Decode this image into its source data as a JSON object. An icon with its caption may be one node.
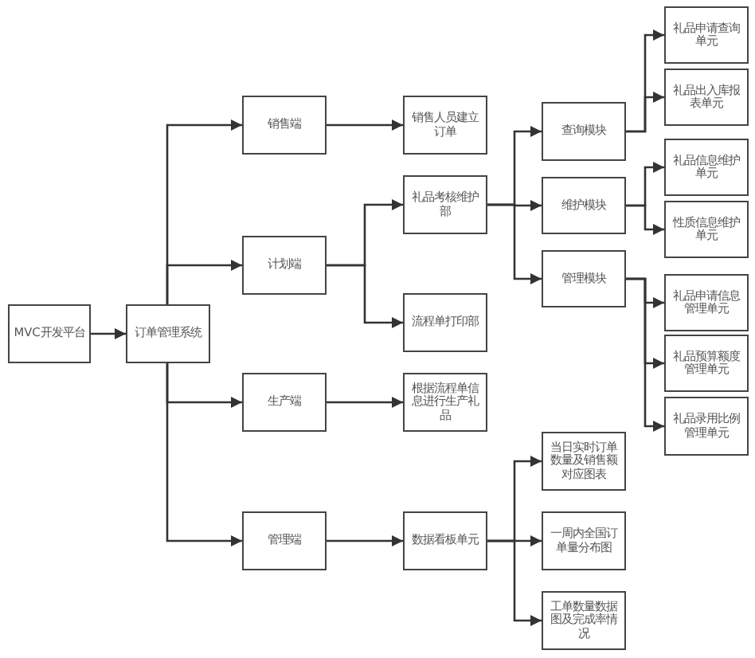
{
  "diagram": {
    "nodes": [
      {
        "text": [
          "MVC开发平台"
        ]
      },
      {
        "text": [
          "订单管理系统"
        ]
      },
      {
        "text": [
          "销售端"
        ]
      },
      {
        "text": [
          "计划端"
        ]
      },
      {
        "text": [
          "生产端"
        ]
      },
      {
        "text": [
          "管理端"
        ]
      },
      {
        "text": [
          "销售人员建立订单"
        ]
      },
      {
        "text": [
          "礼品考核维护部"
        ]
      },
      {
        "text": [
          "流程单打印部"
        ]
      },
      {
        "text": [
          "根据流程单信息进行生产礼品"
        ]
      },
      {
        "text": [
          "数据看板单元"
        ]
      },
      {
        "text": [
          "查询模块"
        ]
      },
      {
        "text": [
          "维护模块"
        ]
      },
      {
        "text": [
          "管理模块"
        ]
      },
      {
        "text": [
          "当日实时订单数量及销售额对应图表"
        ]
      },
      {
        "text": [
          "一周内全国订单量分布图"
        ]
      },
      {
        "text": [
          "工单数量数据图及完成率情况"
        ]
      },
      {
        "text": [
          "礼品申请查询单元"
        ]
      },
      {
        "text": [
          "礼品出入库报表单元"
        ]
      },
      {
        "text": [
          "礼品信息维护单元"
        ]
      },
      {
        "text": [
          "性质信息维护单元"
        ]
      },
      {
        "text": [
          "礼品申请信息管理单元"
        ]
      },
      {
        "text": [
          "礼品预算额度管理单元"
        ]
      },
      {
        "text": [
          "礼品录用比例管理单元"
        ]
      }
    ],
    "edges": [
      {
        "from": 0,
        "to": 1,
        "arrow": "to"
      },
      {
        "from": 1,
        "to": 2,
        "arrow": "to"
      },
      {
        "from": 1,
        "to": 3,
        "arrow": "to"
      },
      {
        "from": 1,
        "to": 4,
        "arrow": "to"
      },
      {
        "from": 1,
        "to": 5,
        "arrow": "to"
      },
      {
        "from": 2,
        "to": 6,
        "arrow": "to"
      },
      {
        "from": 3,
        "to": 7,
        "arrow": "to"
      },
      {
        "from": 3,
        "to": 8,
        "arrow": "to"
      },
      {
        "from": 4,
        "to": 9,
        "arrow": "to"
      },
      {
        "from": 5,
        "to": 10,
        "arrow": "to"
      },
      {
        "from": 7,
        "to": 11,
        "arrow": "to"
      },
      {
        "from": 7,
        "to": 12,
        "arrow": "to"
      },
      {
        "from": 7,
        "to": 13,
        "arrow": "to"
      },
      {
        "from": 10,
        "to": 14,
        "arrow": "to"
      },
      {
        "from": 10,
        "to": 15,
        "arrow": "to"
      },
      {
        "from": 10,
        "to": 16,
        "arrow": "to"
      },
      {
        "from": 11,
        "to": 17,
        "arrow": "to"
      },
      {
        "from": 11,
        "to": 18,
        "arrow": "to"
      },
      {
        "from": 12,
        "to": 19,
        "arrow": "to"
      },
      {
        "from": 12,
        "to": 20,
        "arrow": "to"
      },
      {
        "from": 13,
        "to": 21,
        "arrow": "to"
      },
      {
        "from": 13,
        "to": 22,
        "arrow": "to"
      },
      {
        "from": 13,
        "to": 23,
        "arrow": "to"
      }
    ]
  }
}
